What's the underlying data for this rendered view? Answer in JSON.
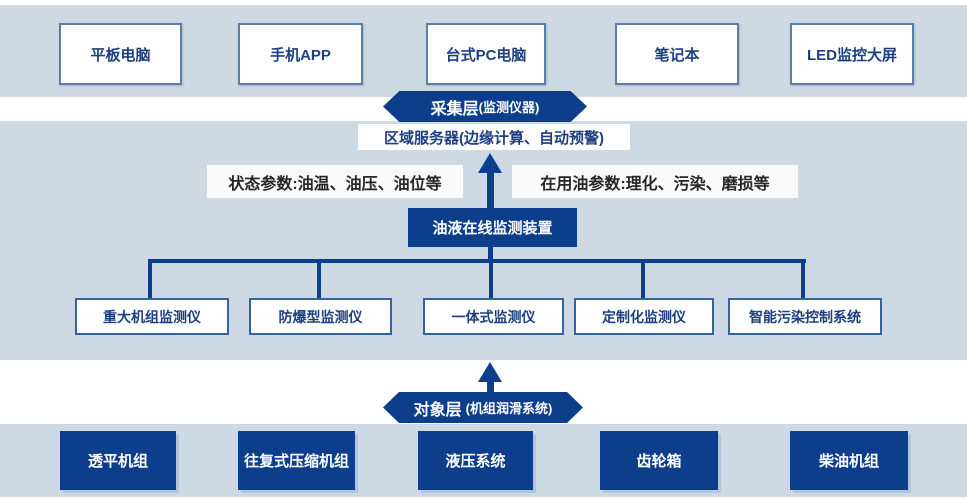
{
  "colors": {
    "dark_blue": "#0d3e8c",
    "band_bg": "#cdd9e3",
    "box_border": "#5b7da8",
    "navy_text": "#1e3f7f"
  },
  "top_devices": [
    "平板电脑",
    "手机APP",
    "台式PC电脑",
    "笔记本",
    "LED监控大屏"
  ],
  "collection_banner": {
    "title": "采集层",
    "subtitle": "(监测仪器)"
  },
  "server_label": "区域服务器(边缘计算、自动预警)",
  "param_left": "状态参数:油温、油压、油位等",
  "param_right": "在用油参数:理化、污染、磨损等",
  "central_device": "油液在线监测装置",
  "monitors": [
    "重大机组监测仪",
    "防爆型监测仪",
    "一体式监测仪",
    "定制化监测仪",
    "智能污染控制系统"
  ],
  "object_banner": {
    "title": "对象层",
    "subtitle": "(机组润滑系统)"
  },
  "equipment": [
    "透平机组",
    "往复式压缩机组",
    "液压系统",
    "齿轮箱",
    "柴油机组"
  ]
}
